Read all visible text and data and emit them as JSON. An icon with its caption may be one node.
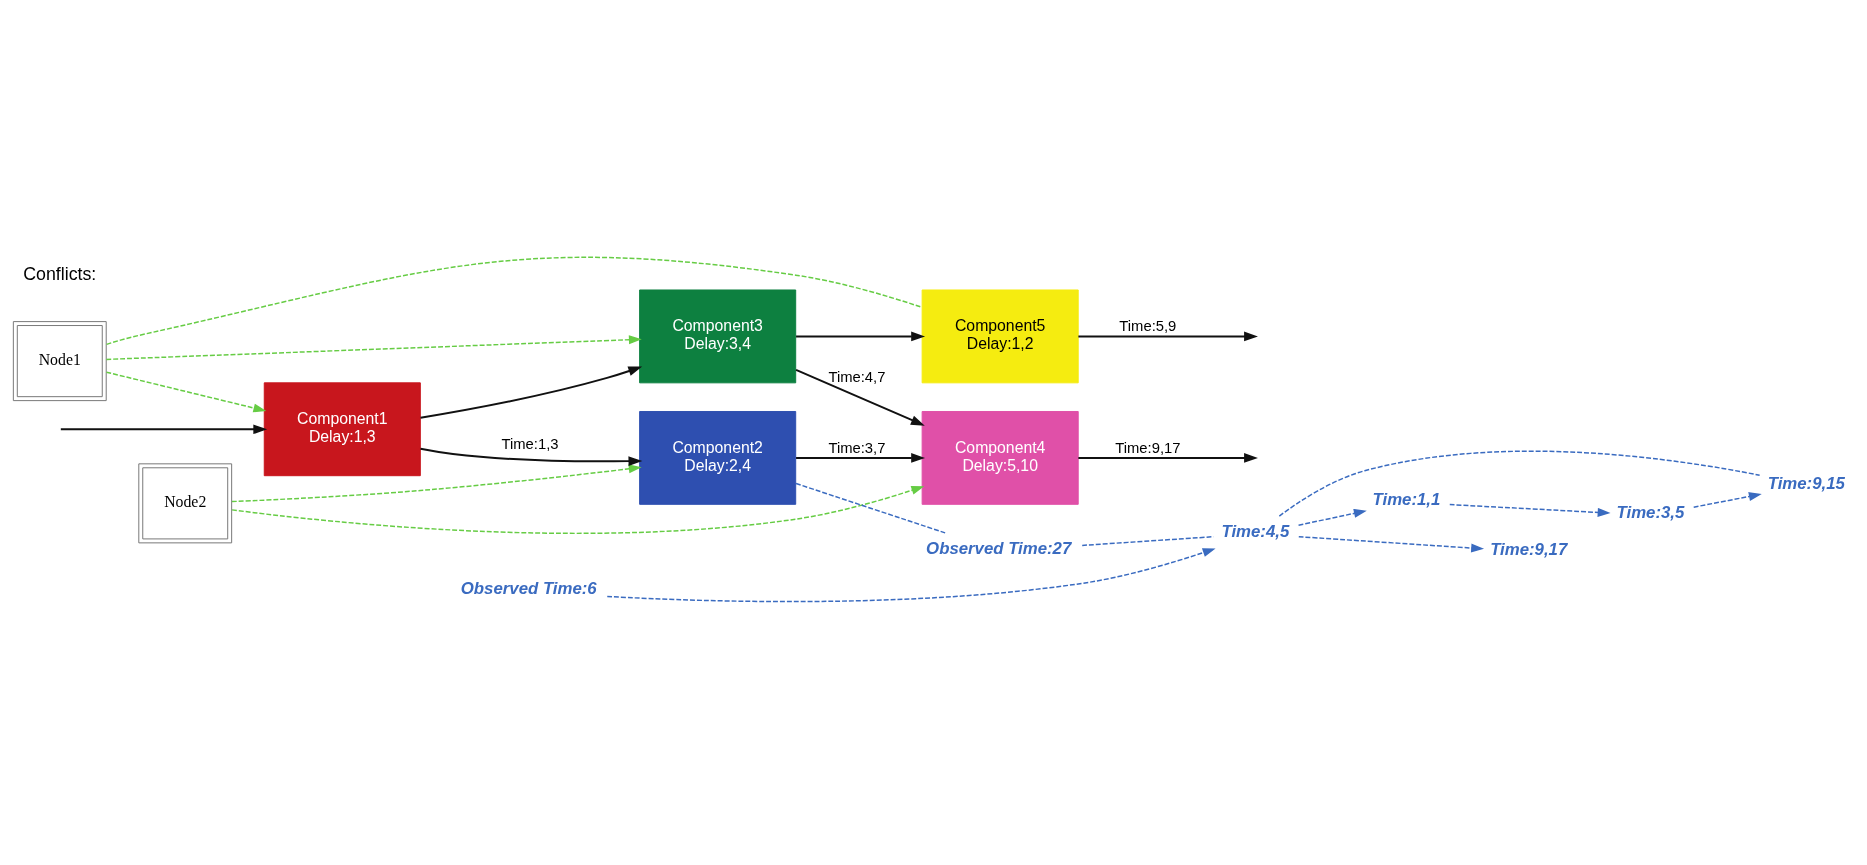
{
  "diagram": {
    "nodes": [
      {
        "text": [
          "Node1"
        ]
      },
      {
        "text": [
          "Node2"
        ]
      },
      {
        "text": [
          "Component1",
          "Delay:1,3"
        ]
      },
      {
        "text": [
          "Component2",
          "Delay:2,4"
        ]
      },
      {
        "text": [
          "Component3",
          "Delay:3,4"
        ]
      },
      {
        "text": [
          "Component4",
          "Delay:5,10"
        ]
      },
      {
        "text": [
          "Component5",
          "Delay:1,2"
        ]
      },
      {
        "text": [
          "Time:3,5"
        ]
      },
      {
        "text": [
          "Time:9,15"
        ]
      },
      {
        "text": [
          "Observed Time:27"
        ]
      },
      {
        "text": [
          "Time:1,1"
        ]
      },
      {
        "text": [
          "Time:9,17"
        ]
      },
      {
        "text": [
          "Time:4,5"
        ]
      },
      {
        "text": [
          "Observed Time:6"
        ]
      }
    ],
    "edges": [
      {
        "from": null,
        "to": 2,
        "arrow": "to"
      },
      {
        "from": 2,
        "to": 3,
        "arrow": "to",
        "label": "Time:1,3"
      },
      {
        "from": 2,
        "to": 4,
        "arrow": "to"
      },
      {
        "from": 3,
        "to": 5,
        "arrow": "to",
        "label": "Time:3,7"
      },
      {
        "from": 4,
        "to": 5,
        "arrow": "to",
        "label": "Time:4,7"
      },
      {
        "from": 4,
        "to": 6,
        "arrow": "to"
      },
      {
        "from": 5,
        "to": null,
        "arrow": "to",
        "label": "Time:9,17"
      },
      {
        "from": 6,
        "to": null,
        "arrow": "to",
        "label": "Time:5,9"
      },
      {
        "from": 0,
        "to": 2,
        "arrow": "to",
        "style": "dashed",
        "color": "#66cc44"
      },
      {
        "from": 0,
        "to": 4,
        "arrow": "to",
        "style": "dashed",
        "color": "#66cc44"
      },
      {
        "from": 0,
        "to": 6,
        "arrow": "none",
        "style": "dashed",
        "color": "#66cc44"
      },
      {
        "from": 1,
        "to": 3,
        "arrow": "to",
        "style": "dashed",
        "color": "#66cc44"
      },
      {
        "from": 1,
        "to": 5,
        "arrow": "to",
        "style": "dashed",
        "color": "#66cc44"
      },
      {
        "from": 10,
        "to": 7,
        "arrow": "to",
        "style": "dashed",
        "color": "#3a6bc0"
      },
      {
        "from": 7,
        "to": 8,
        "arrow": "to",
        "style": "dashed",
        "color": "#3a6bc0"
      },
      {
        "from": 12,
        "to": 10,
        "arrow": "to",
        "style": "dashed",
        "color": "#3a6bc0"
      },
      {
        "from": 12,
        "to": 11,
        "arrow": "to",
        "style": "dashed",
        "color": "#3a6bc0"
      },
      {
        "from": 13,
        "to": 12,
        "arrow": "to",
        "style": "dashed",
        "color": "#3a6bc0"
      },
      {
        "from": 3,
        "to": 9,
        "arrow": "none",
        "style": "dashed",
        "color": "#3a6bc0"
      },
      {
        "from": 9,
        "to": 12,
        "arrow": "none",
        "style": "dashed",
        "color": "#3a6bc0"
      },
      {
        "from": 12,
        "to": 8,
        "arrow": "none",
        "style": "dashed",
        "color": "#3a6bc0"
      }
    ],
    "labels": [
      "Conflicts:"
    ]
  }
}
